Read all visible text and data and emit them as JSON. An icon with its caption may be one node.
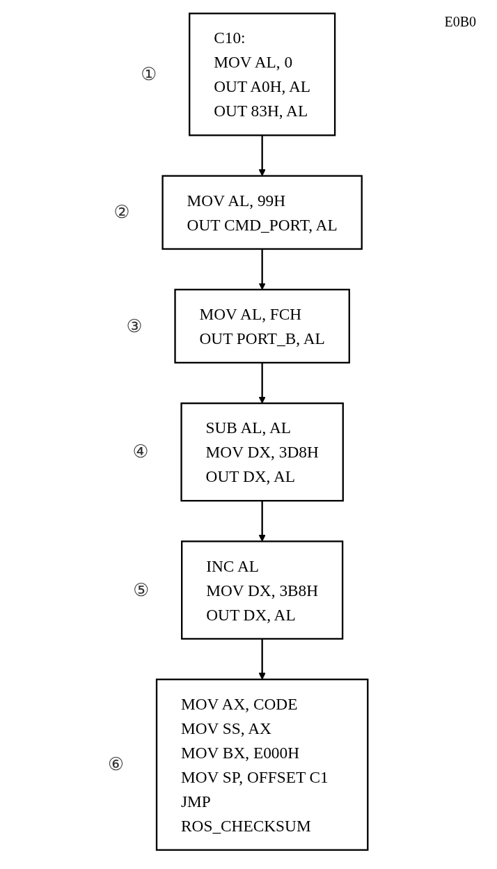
{
  "diagram": {
    "nodes": [
      {
        "text": [
          "C10:",
          "MOV AL, 0",
          "OUT A0H, AL",
          "OUT 83H, AL"
        ],
        "beside": [
          "①"
        ]
      },
      {
        "text": [
          "MOV AL, 99H",
          "OUT CMD_PORT, AL"
        ],
        "beside": [
          "②"
        ]
      },
      {
        "text": [
          "MOV AL, FCH",
          "OUT PORT_B, AL"
        ],
        "beside": [
          "③"
        ]
      },
      {
        "text": [
          "SUB AL, AL",
          "MOV DX, 3D8H",
          "OUT DX, AL"
        ],
        "beside": [
          "④"
        ]
      },
      {
        "text": [
          "INC AL",
          "MOV DX, 3B8H",
          "OUT DX, AL"
        ],
        "beside": [
          "⑤"
        ]
      },
      {
        "text": [
          "MOV AX, CODE",
          "MOV SS, AX",
          "MOV BX, E000H",
          "MOV SP, OFFSET C1",
          "JMP ROS_CHECKSUM"
        ],
        "beside": [
          "⑥"
        ]
      }
    ],
    "edges": [
      {
        "from": 0,
        "to": 1,
        "arrow": "to"
      },
      {
        "from": 1,
        "to": 2,
        "arrow": "to"
      },
      {
        "from": 2,
        "to": 3,
        "arrow": "to"
      },
      {
        "from": 3,
        "to": 4,
        "arrow": "to"
      },
      {
        "from": 4,
        "to": 5,
        "arrow": "to"
      }
    ],
    "labels": [
      "E0B0"
    ]
  }
}
